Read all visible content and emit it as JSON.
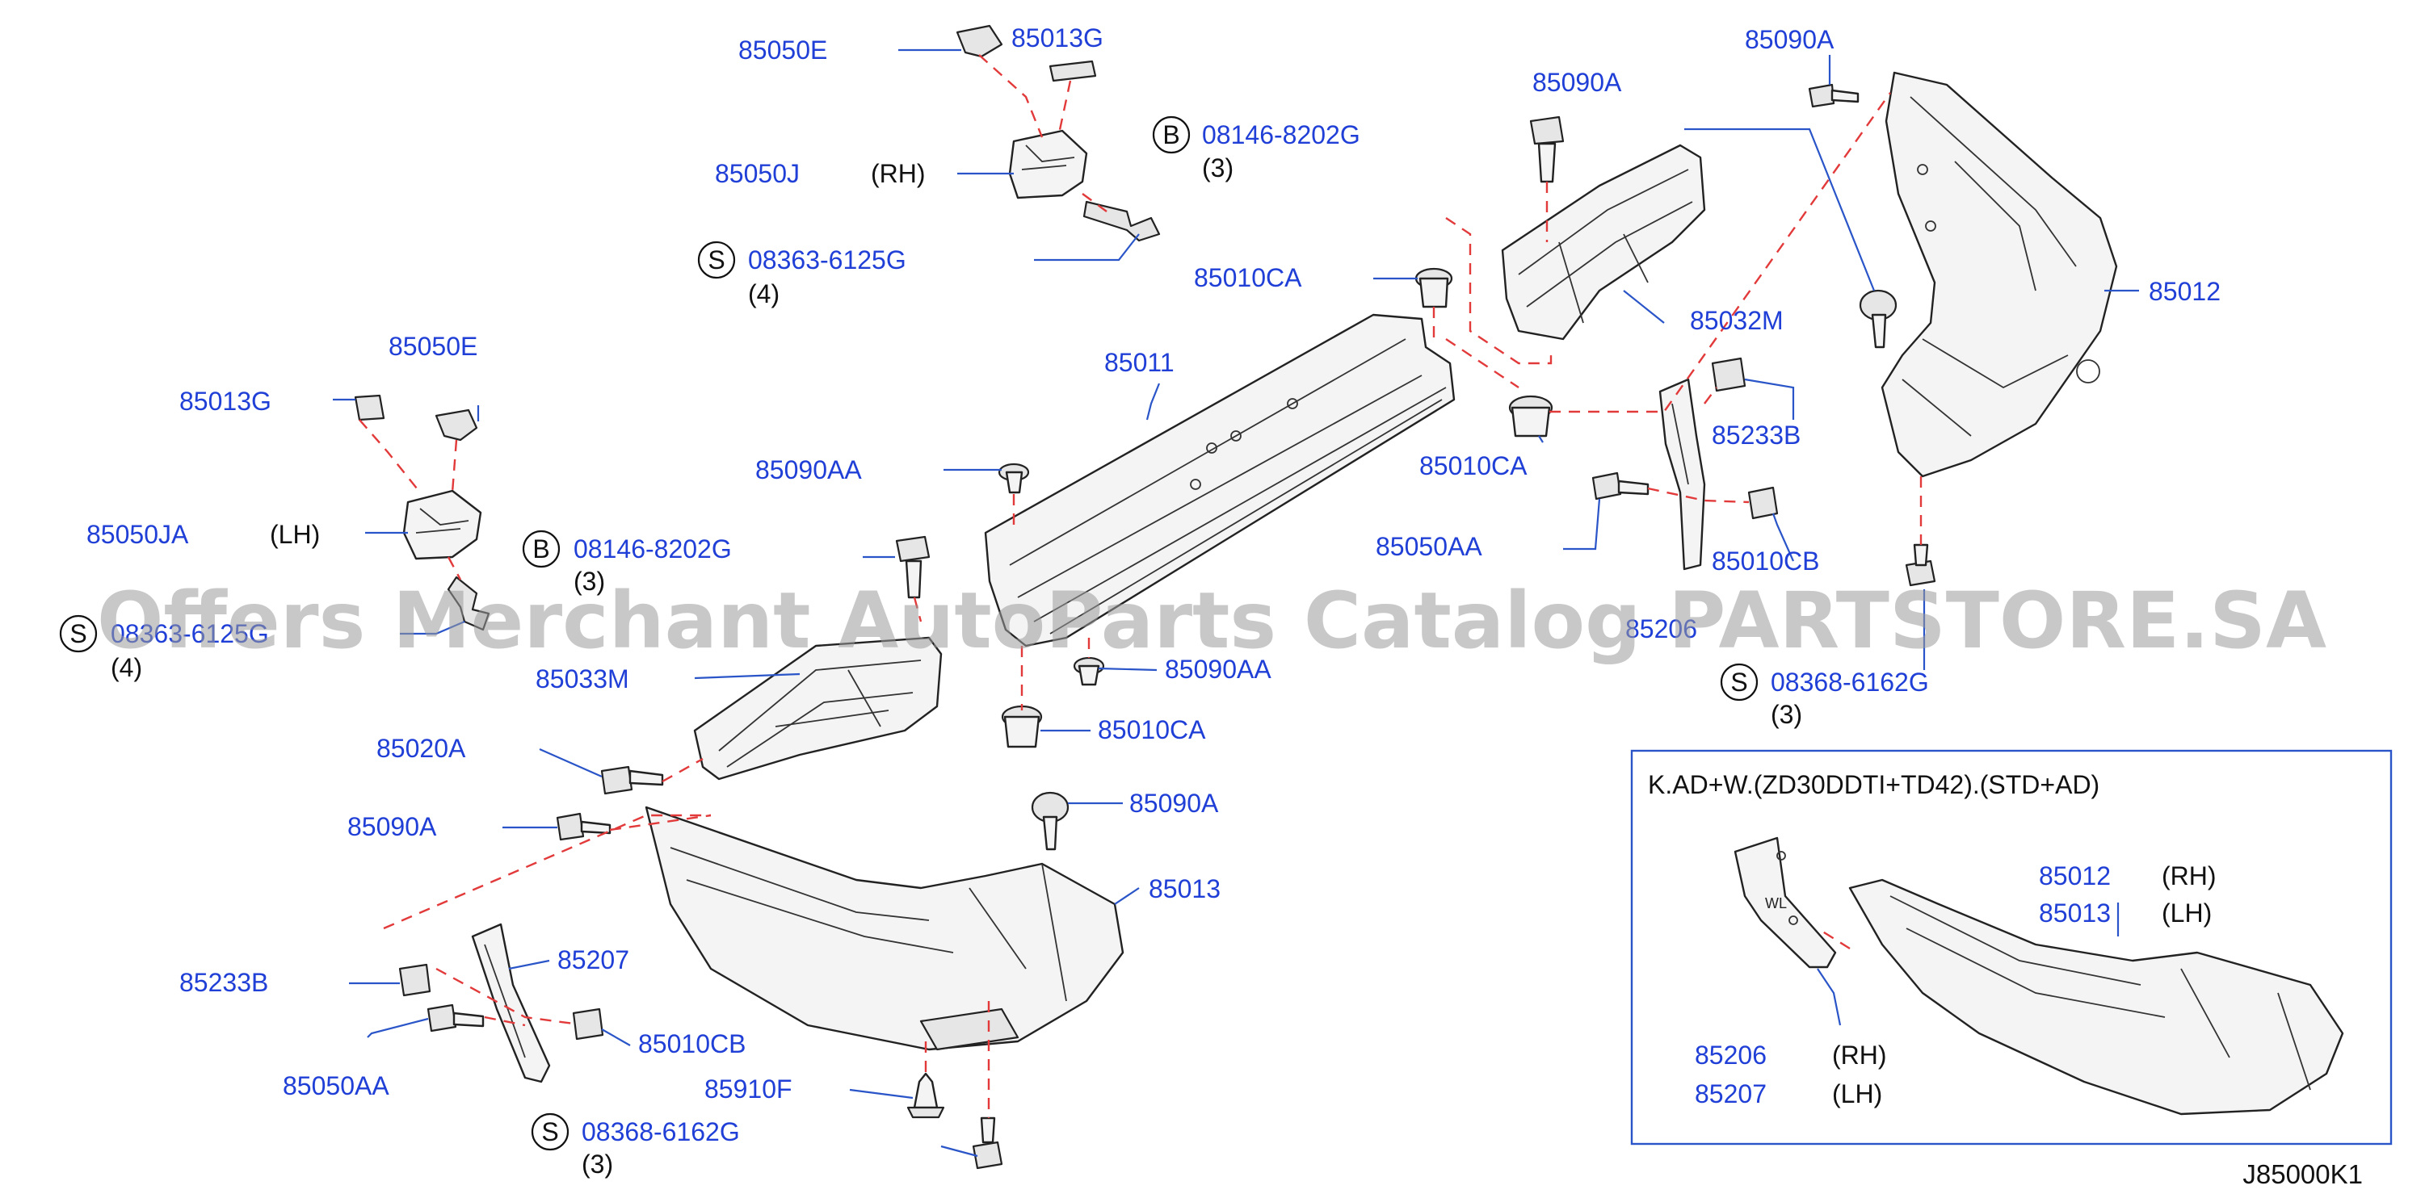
{
  "diagram": {
    "watermark": "Offers Merchant AutoParts Catalog PARTSTORE.SA",
    "diagram_code": "J85000K1",
    "labels": [
      {
        "id": "85050E-top",
        "text": "85050E"
      },
      {
        "id": "85013G-top",
        "text": "85013G"
      },
      {
        "id": "85050J",
        "text": "85050J"
      },
      {
        "id": "85050J-side",
        "text": "(RH)"
      },
      {
        "id": "b-08146-top",
        "text": "08146-8202G",
        "marker": "B",
        "qty": "(3)"
      },
      {
        "id": "s-08363-top",
        "text": "08363-6125G",
        "marker": "S",
        "qty": "(4)"
      },
      {
        "id": "85050E-mid",
        "text": "85050E"
      },
      {
        "id": "85013G-mid",
        "text": "85013G"
      },
      {
        "id": "85050JA",
        "text": "85050JA"
      },
      {
        "id": "85050JA-side",
        "text": "(LH)"
      },
      {
        "id": "s-08363-mid",
        "text": "08363-6125G",
        "marker": "S",
        "qty": "(4)"
      },
      {
        "id": "85090AA-left",
        "text": "85090AA"
      },
      {
        "id": "b-08146-mid",
        "text": "08146-8202G",
        "marker": "B",
        "qty": "(3)"
      },
      {
        "id": "85033M",
        "text": "85033M"
      },
      {
        "id": "85020A",
        "text": "85020A"
      },
      {
        "id": "85090A-left",
        "text": "85090A"
      },
      {
        "id": "85233B-left",
        "text": "85233B"
      },
      {
        "id": "85207",
        "text": "85207"
      },
      {
        "id": "85050AA-left",
        "text": "85050AA"
      },
      {
        "id": "85010CB-left",
        "text": "85010CB"
      },
      {
        "id": "85910F",
        "text": "85910F"
      },
      {
        "id": "s-08368-left",
        "text": "08368-6162G",
        "marker": "S",
        "qty": "(3)"
      },
      {
        "id": "85011",
        "text": "85011"
      },
      {
        "id": "85010CA-top",
        "text": "85010CA"
      },
      {
        "id": "85010CA-mid",
        "text": "85010CA"
      },
      {
        "id": "85090AA-mid",
        "text": "85090AA"
      },
      {
        "id": "85010CA-low",
        "text": "85010CA"
      },
      {
        "id": "85090A-bumper",
        "text": "85090A"
      },
      {
        "id": "85013",
        "text": "85013"
      },
      {
        "id": "85090A-top",
        "text": "85090A"
      },
      {
        "id": "85032M",
        "text": "85032M"
      },
      {
        "id": "85090A-right",
        "text": "85090A"
      },
      {
        "id": "85012",
        "text": "85012"
      },
      {
        "id": "85233B-right",
        "text": "85233B"
      },
      {
        "id": "85050AA-right",
        "text": "85050AA"
      },
      {
        "id": "85010CB-right",
        "text": "85010CB"
      },
      {
        "id": "85206-partial",
        "text": "85206"
      },
      {
        "id": "s-08368-right",
        "text": "08368-6162G",
        "marker": "S",
        "qty": "(3)"
      }
    ],
    "inset": {
      "title": "K.AD+W.(ZD30DDTI+TD42).(STD+AD)",
      "labels": [
        {
          "id": "inset-85012",
          "text": "85012",
          "side": "(RH)"
        },
        {
          "id": "inset-85013",
          "text": "85013",
          "side": "(LH)"
        },
        {
          "id": "inset-85206",
          "text": "85206",
          "side": "(RH)"
        },
        {
          "id": "inset-85207",
          "text": "85207",
          "side": "(LH)"
        }
      ],
      "bracket_mark": "WL"
    }
  }
}
